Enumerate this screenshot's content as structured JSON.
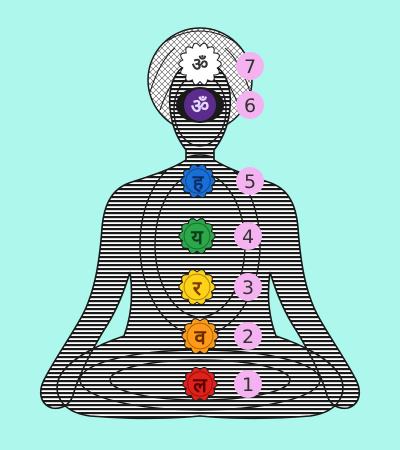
{
  "colors": {
    "background": "#aef7ec",
    "figure_line": "#1a1a1a",
    "figure_fill": "#ffffff",
    "badge": "#f4b2f0",
    "badge_text": "#333333"
  },
  "chakras": [
    {
      "number": "7",
      "syllable": "ॐ",
      "color": "#ffffff",
      "text_color": "#333333",
      "icon": "crown-lotus-icon"
    },
    {
      "number": "6",
      "syllable": "ॐ",
      "color": "#5a2d8c",
      "text_color": "#e8d8ff",
      "icon": "ajna-icon"
    },
    {
      "number": "5",
      "syllable": "ह",
      "color": "#1a6fd6",
      "text_color": "#0a2e66",
      "icon": "vishuddha-icon"
    },
    {
      "number": "4",
      "syllable": "य",
      "color": "#2aa84a",
      "text_color": "#0b3d19",
      "icon": "anahata-icon"
    },
    {
      "number": "3",
      "syllable": "र",
      "color": "#ffd21a",
      "text_color": "#7a3c00",
      "icon": "manipura-icon"
    },
    {
      "number": "2",
      "syllable": "व",
      "color": "#ff9a18",
      "text_color": "#6a2800",
      "icon": "svadhisthana-icon"
    },
    {
      "number": "1",
      "syllable": "ल",
      "color": "#e0201a",
      "text_color": "#5a0000",
      "icon": "muladhara-icon"
    }
  ]
}
